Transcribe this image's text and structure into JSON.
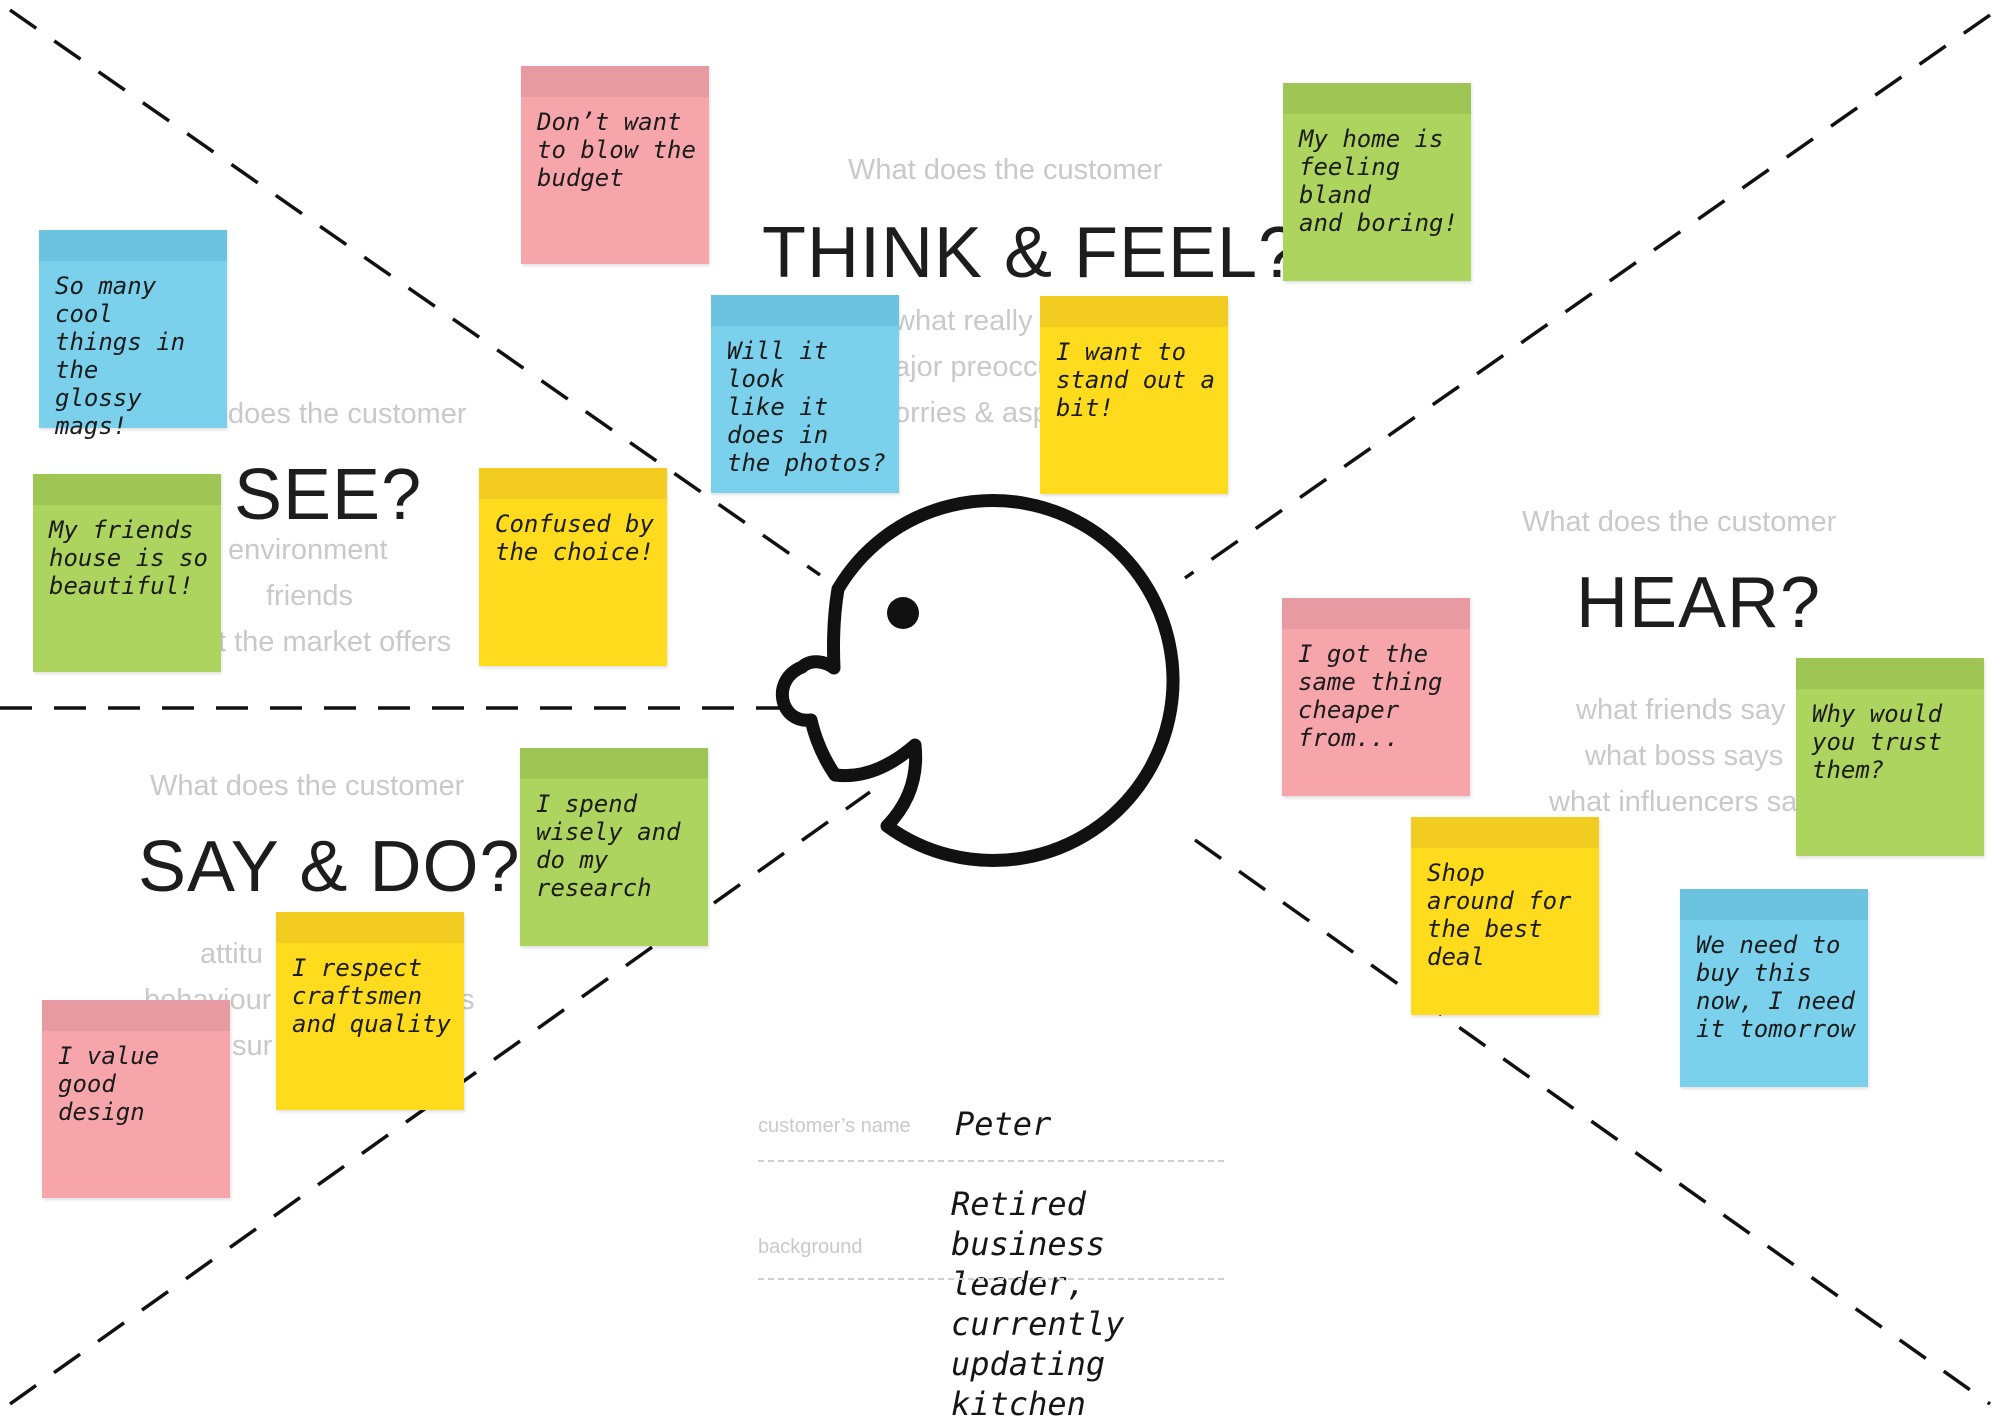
{
  "think_feel": {
    "prompt": "What does the customer",
    "heading": "THINK & FEEL?",
    "subs": [
      "what really c",
      "ajor preoccu",
      "orries & asp"
    ]
  },
  "see": {
    "prompt": "does the customer",
    "heading": "SEE?",
    "subs": [
      "environment",
      "friends",
      "t the market offers"
    ]
  },
  "hear": {
    "prompt": "What does the customer",
    "heading": "HEAR?",
    "subs": [
      "what friends say",
      "what boss says",
      "what influencers sa"
    ]
  },
  "say_do": {
    "prompt": "What does the customer",
    "heading": "SAY & DO?",
    "subs": [
      "attitu",
      "behaviour",
      "s",
      "sur"
    ]
  },
  "notes": [
    {
      "color": "pink",
      "text": "Don’t want\nto blow the\nbudget"
    },
    {
      "color": "green",
      "text": "My home is\nfeeling bland\nand boring!"
    },
    {
      "color": "blue",
      "text": "So many cool\nthings in the\nglossy mags!"
    },
    {
      "color": "blue",
      "text": "Will it look\nlike it does in\nthe photos?"
    },
    {
      "color": "yellow",
      "text": "I want to\nstand out a\nbit!"
    },
    {
      "color": "green",
      "text": "My friends\nhouse is so\nbeautiful!"
    },
    {
      "color": "yellow",
      "text": "Confused by\nthe choice!"
    },
    {
      "color": "pink",
      "text": "I got the\nsame thing\ncheaper\nfrom..."
    },
    {
      "color": "green",
      "text": "Why would\nyou trust\nthem?"
    },
    {
      "color": "green",
      "text": "I spend\nwisely and\ndo my\nresearch"
    },
    {
      "color": "yellow",
      "text": "Shop\naround for\nthe best\ndeal"
    },
    {
      "color": "yellow",
      "text": "I respect\ncraftsmen\nand quality"
    },
    {
      "color": "blue",
      "text": "We need to\nbuy this\nnow, I need\nit tomorrow"
    },
    {
      "color": "pink",
      "text": "I value good\ndesign"
    }
  ],
  "customer": {
    "name_label": "customer’s name",
    "name": "Peter",
    "background_label": "background",
    "background": "Retired business leader,\ncurrently updating kitchen"
  },
  "colors": {
    "pink": "#f6a5ab",
    "blue": "#7bd1ec",
    "green": "#acd45e",
    "yellow": "#fedc1d",
    "lines": "#111111",
    "prompt_text": "#c9c9c9"
  }
}
